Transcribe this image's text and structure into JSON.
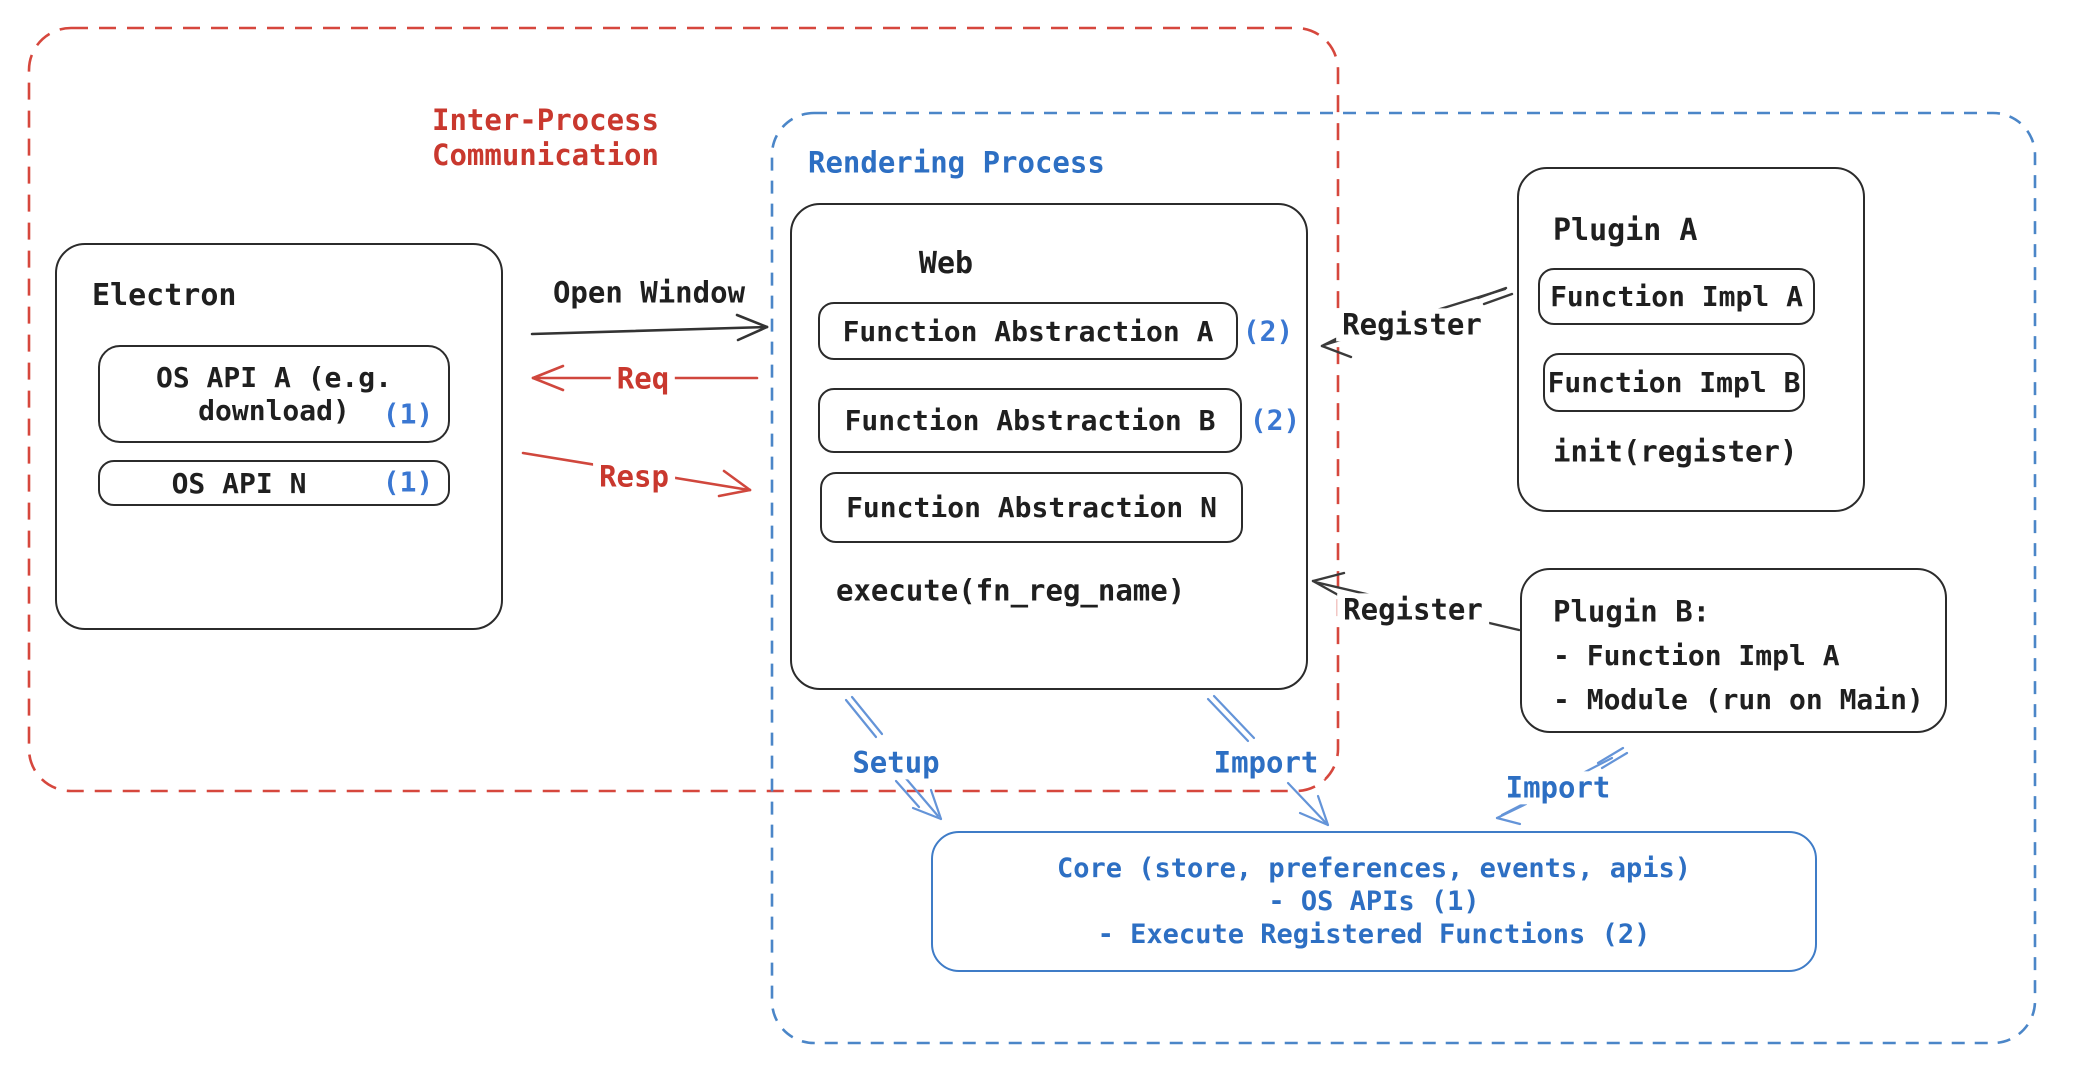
{
  "colors": {
    "red_text": "#c9382e",
    "red_dash": "#d6473d",
    "blue_text": "#2d6fc3",
    "blue_badge": "#3a77d2",
    "blue_dash": "#4b86c8",
    "blue_arrow": "#6494d8",
    "ink": "#1f1f1f"
  },
  "regions": {
    "ipc": {
      "label_line1": "Inter-Process",
      "label_line2": "Communication"
    },
    "rendering": {
      "label": "Rendering Process"
    }
  },
  "electron": {
    "title": "Electron",
    "api_a_line1": "OS API A (e.g.",
    "api_a_line2": "download)",
    "api_a_badge": "(1)",
    "api_n_label": "OS API N",
    "api_n_badge": "(1)"
  },
  "web": {
    "title": "Web",
    "abstraction_a": "Function Abstraction A",
    "abstraction_a_badge": "(2)",
    "abstraction_b": "Function Abstraction B",
    "abstraction_b_badge": "(2)",
    "abstraction_n": "Function Abstraction N",
    "footer": "execute(fn_reg_name)"
  },
  "plugin_a": {
    "title": "Plugin A",
    "impl_a": "Function Impl A",
    "impl_b": "Function Impl B",
    "footer": "init(register)"
  },
  "plugin_b": {
    "title": "Plugin B:",
    "line_1": "- Function Impl A",
    "line_2": "- Module (run on Main)"
  },
  "core": {
    "line_1": "Core (store, preferences, events, apis)",
    "line_2": "- OS APIs (1)",
    "line_3": "- Execute Registered Functions (2)"
  },
  "edges": {
    "open_window": "Open Window",
    "req": "Req",
    "resp": "Resp",
    "register_top": "Register",
    "register_bottom": "Register",
    "setup": "Setup",
    "import_web": "Import",
    "import_plugin": "Import"
  }
}
